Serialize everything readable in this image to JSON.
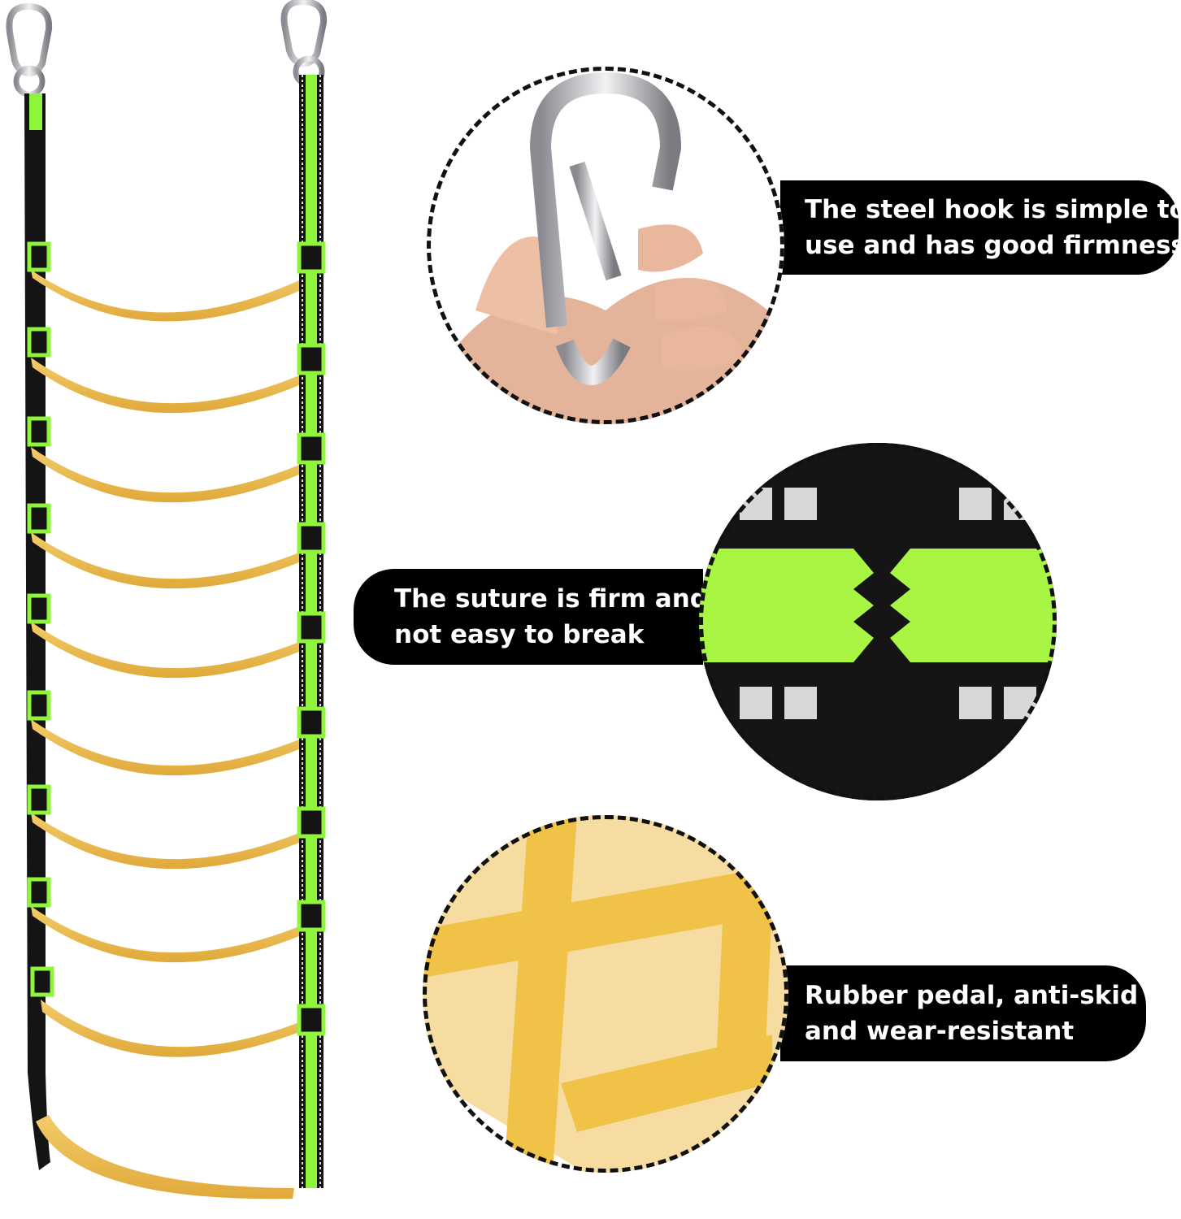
{
  "product": {
    "name": "Rope ladder with steel hooks and rubber pedals",
    "rung_count": 10,
    "colors": {
      "strap_black": "#111111",
      "strap_green": "#8ef53a",
      "rung_yellow": "#f0c45a",
      "rung_yellow_light": "#f6dca0",
      "hook_silver": "#c8c8cc",
      "callout_bg": "#000000",
      "callout_text": "#ffffff"
    }
  },
  "features": [
    {
      "id": "hook",
      "icon": "carabiner-hook-icon",
      "line1": "The steel hook is simple to",
      "line2": "use and has good firmness"
    },
    {
      "id": "suture",
      "icon": "woven-strap-icon",
      "line1": "The suture is firm and",
      "line2": "not easy to break"
    },
    {
      "id": "pedal",
      "icon": "rubber-pedal-icon",
      "line1": "Rubber pedal, anti-skid",
      "line2": "and wear-resistant"
    }
  ]
}
